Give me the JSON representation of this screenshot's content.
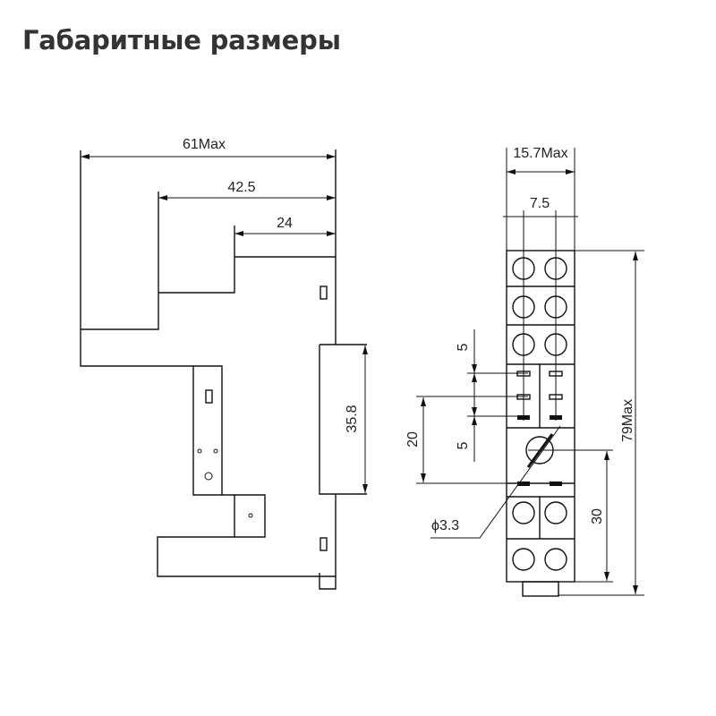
{
  "page": {
    "title": "Габаритные размеры"
  },
  "side_view": {
    "dims": {
      "overall_depth": "61Max",
      "mid_depth": "42.5",
      "top_depth": "24",
      "rail_height": "35.8"
    }
  },
  "front_view": {
    "dims": {
      "width": "15.7Max",
      "pin_pitch": "7.5",
      "height": "79Max",
      "pitch_a": "5",
      "pitch_b": "5",
      "hole_spacing": "20",
      "hole_to_bottom": "30",
      "hole_diameter": "ϕ3.3"
    }
  }
}
